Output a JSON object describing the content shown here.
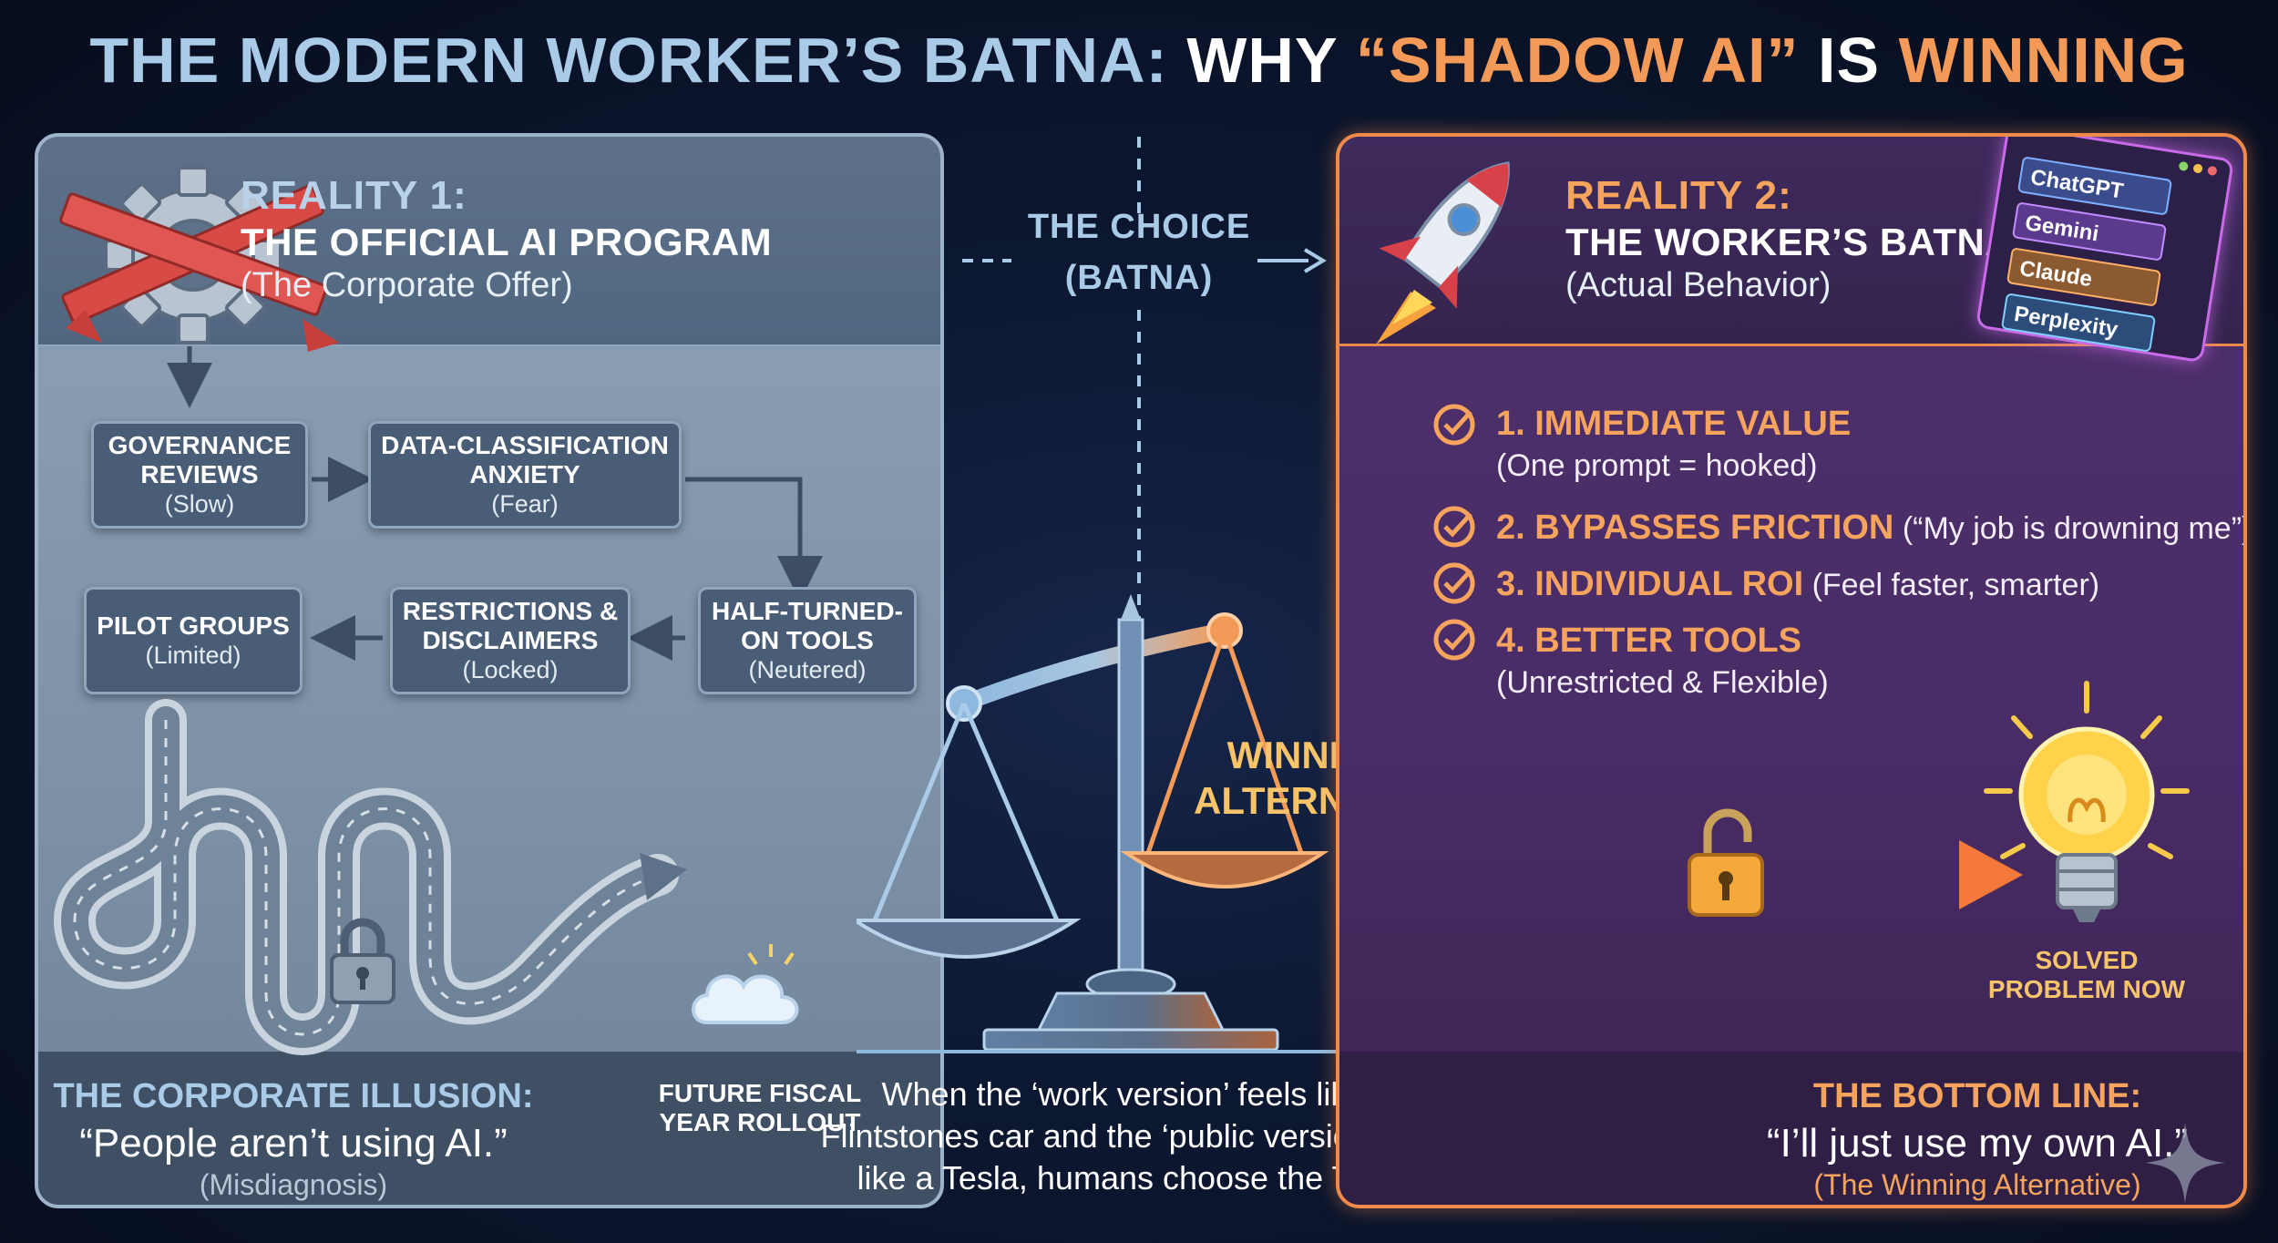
{
  "title": {
    "part1": "THE MODERN WORKER’S BATNA:",
    "part2": " WHY ",
    "part3": "“SHADOW AI”",
    "part4": " IS ",
    "part5": "WINNING"
  },
  "left": {
    "label": "REALITY 1:",
    "title": "THE OFFICIAL AI PROGRAM",
    "subtitle": "(The Corporate Offer)",
    "steps": [
      {
        "title": "GOVERNANCE\nREVIEWS",
        "sub": "(Slow)"
      },
      {
        "title": "DATA-CLASSIFICATION\nANXIETY",
        "sub": "(Fear)"
      },
      {
        "title": "HALF-TURNED-\nON TOOLS",
        "sub": "(Neutered)"
      },
      {
        "title": "RESTRICTIONS &\nDISCLAIMERS",
        "sub": "(Locked)"
      },
      {
        "title": "PILOT GROUPS",
        "sub": "(Limited)"
      }
    ],
    "rollout_label": "FUTURE FISCAL\nYEAR ROLLOUT",
    "footer": {
      "heading": "THE CORPORATE ILLUSION:",
      "quote": "“People aren’t using AI.”",
      "sub": "(Misdiagnosis)"
    }
  },
  "middle": {
    "choice_line1": "THE CHOICE",
    "choice_line2": "(BATNA)",
    "scale_label_line1": "WINNING",
    "scale_label_line2": "ALTERNATIVE",
    "quote_lines": [
      "When the ‘work version’ feels like a",
      "Flintstones car and the ‘public version’ feels",
      "like a Tesla, humans choose the Tesla."
    ]
  },
  "right": {
    "label": "REALITY 2:",
    "title": "THE WORKER’S BATNA",
    "subtitle": "(Actual Behavior)",
    "tools": [
      "ChatGPT",
      "Gemini",
      "Claude",
      "Perplexity"
    ],
    "benefits": [
      {
        "heading": "1. IMMEDIATE VALUE",
        "detail": "",
        "sub": "(One prompt = hooked)"
      },
      {
        "heading": "2. BYPASSES FRICTION",
        "detail": " (“My job is drowning me”)",
        "sub": ""
      },
      {
        "heading": "3. INDIVIDUAL ROI",
        "detail": " (Feel faster, smarter)",
        "sub": ""
      },
      {
        "heading": "4. BETTER TOOLS",
        "detail": "",
        "sub": "(Unrestricted & Flexible)"
      }
    ],
    "solved_label": "SOLVED\nPROBLEM NOW",
    "footer": {
      "heading": "THE BOTTOM LINE:",
      "quote": "“I’ll just use my own AI.”",
      "sub": "(The Winning Alternative)"
    }
  },
  "colors": {
    "left_accent": "#a9cbe8",
    "right_accent": "#f6a45d",
    "orange": "#f08a4b",
    "background": "#0c1730"
  }
}
